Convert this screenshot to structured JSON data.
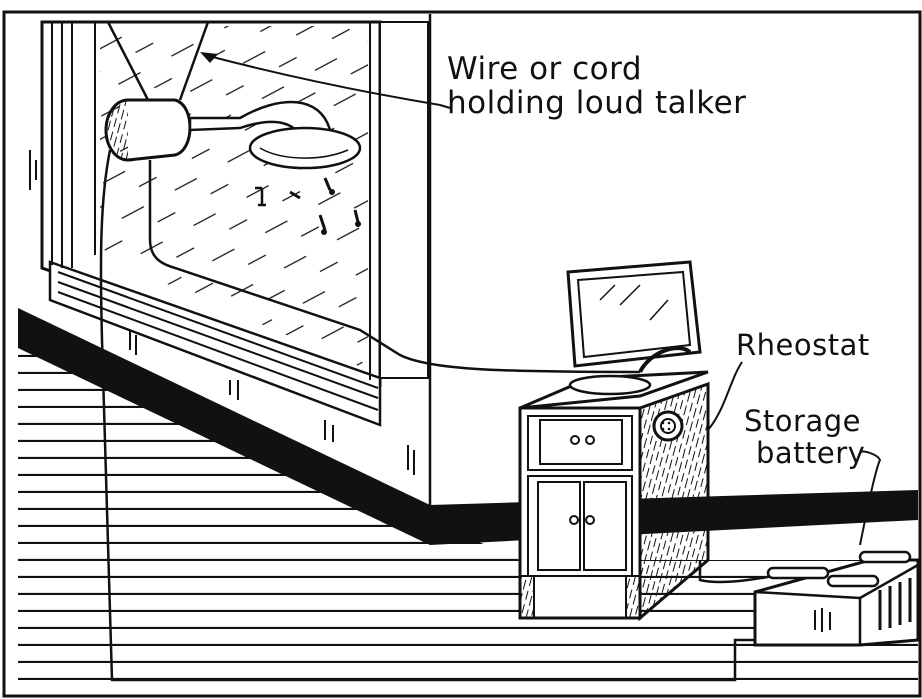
{
  "figure": {
    "labels": {
      "wire_line1": "Wire or cord",
      "wire_line2": "holding loud talker",
      "rheostat": "Rheostat",
      "storage_line1": "Storage",
      "storage_line2": "battery"
    },
    "colors": {
      "ink": "#111111",
      "paper": "#ffffff"
    }
  }
}
